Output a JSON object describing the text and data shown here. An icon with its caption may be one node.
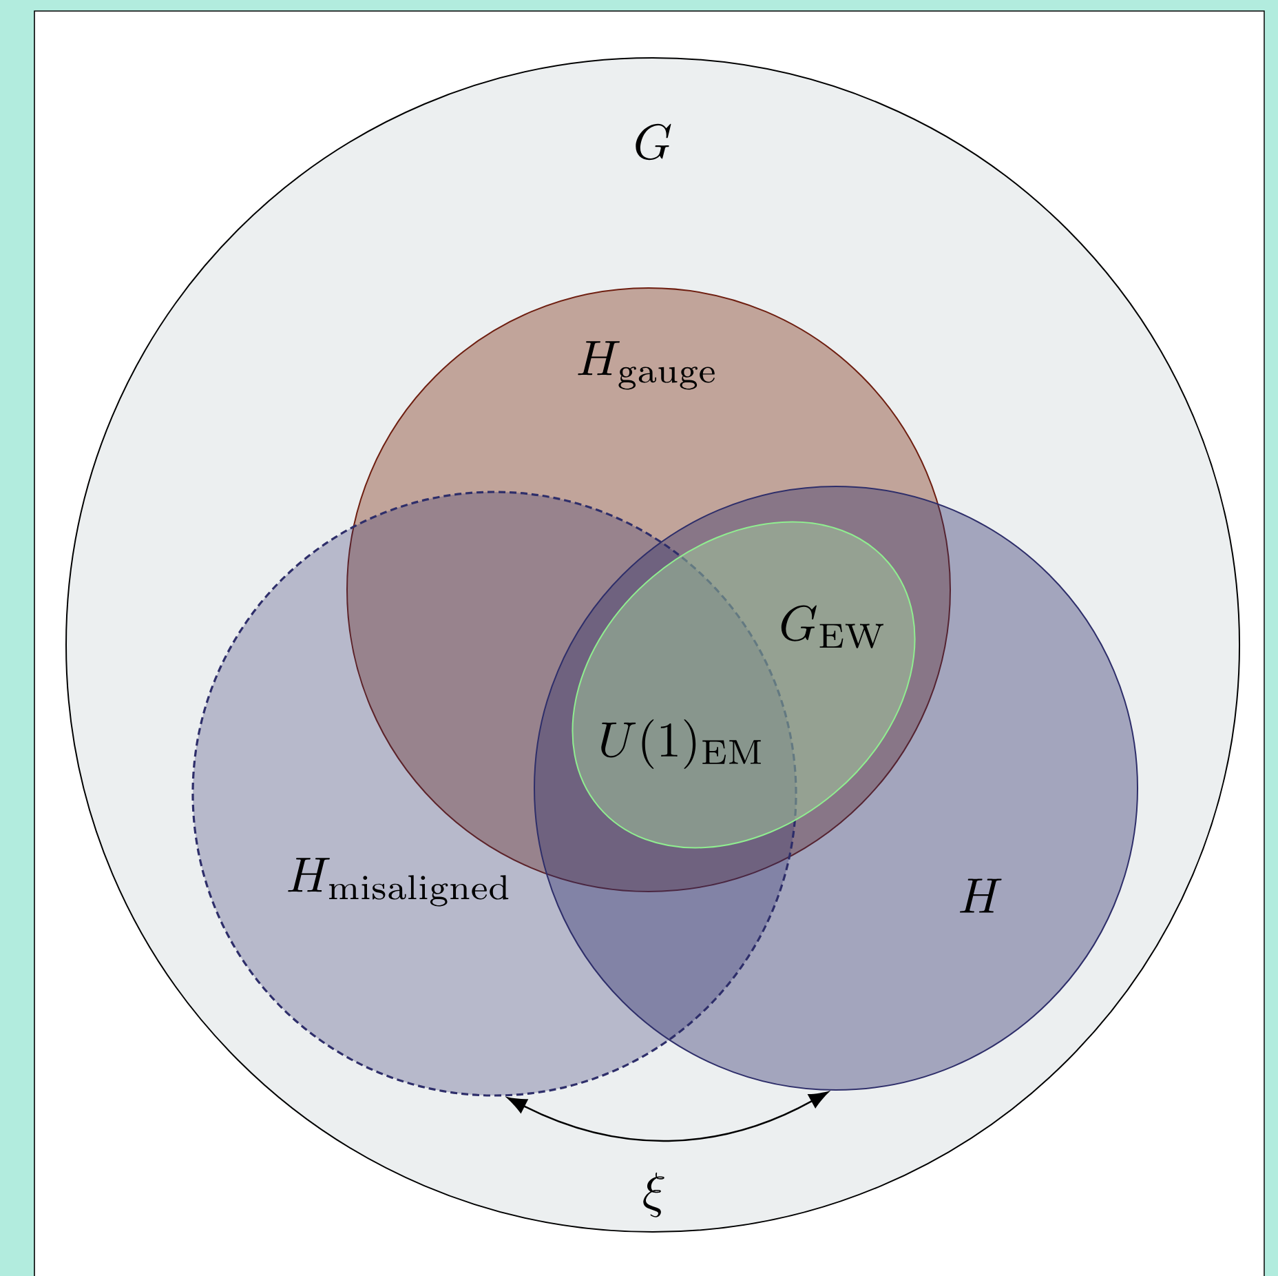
{
  "diagram": {
    "nodes": [
      {
        "text": [
          "G"
        ]
      },
      {
        "text": [
          "H_{\\mathrm{gauge}}"
        ],
        "in": 0
      },
      {
        "text": [
          "H_{\\mathrm{misaligned}}"
        ],
        "in": 0
      },
      {
        "text": [
          "H"
        ],
        "in": 0
      },
      {
        "text": [
          "G_{\\mathrm{EW}}"
        ]
      }
    ],
    "edges": [
      {
        "from": 2,
        "to": 3,
        "arrow": "both",
        "label": "\\xi"
      }
    ],
    "labels": [
      "U(1)_{\\mathrm{EM}}"
    ]
  }
}
